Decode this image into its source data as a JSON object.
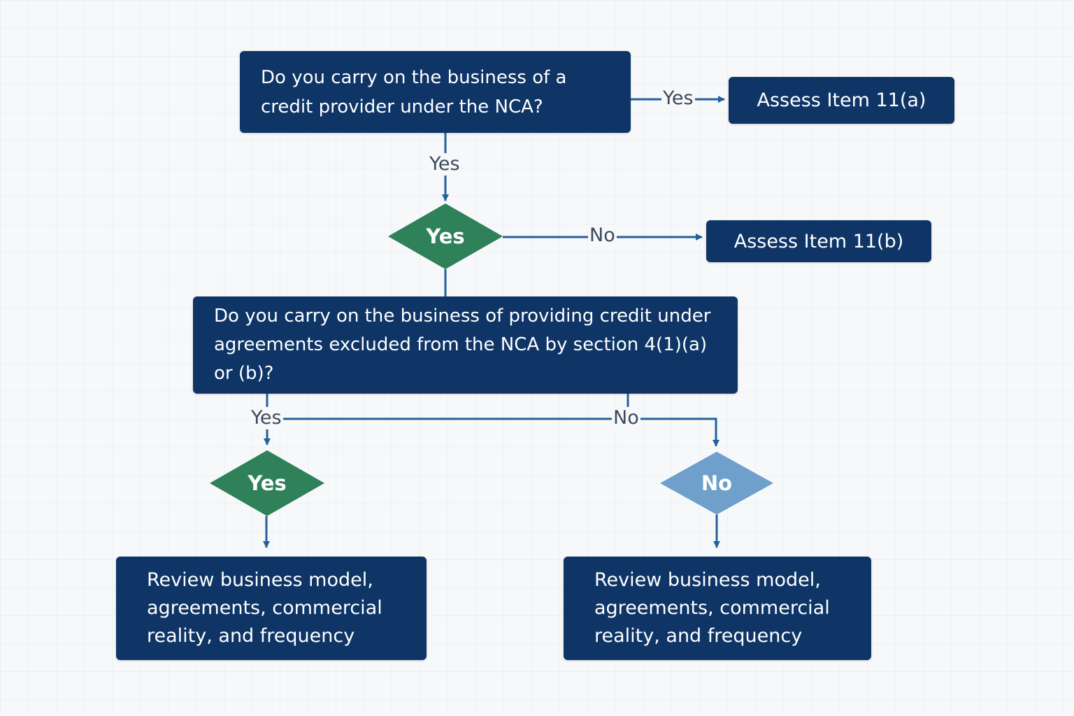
{
  "colors": {
    "box_fill": "#0e3566",
    "diamond_yes": "#2e8159",
    "diamond_no": "#6ea0cb",
    "connector": "#24609c",
    "label_text": "#3d4a5c"
  },
  "nodes": {
    "q1": {
      "text": "Do you carry on the business of a credit provider under the NCA?"
    },
    "result_11a": {
      "text": "Assess Item 11(a)"
    },
    "decision_yes_top": {
      "text": "Yes"
    },
    "result_11b": {
      "text": "Assess Item 11(b)"
    },
    "q2": {
      "text": "Do you carry on the business of providing credit under agreements excluded from the NCA by section 4(1)(a) or (b)?"
    },
    "decision_yes_left": {
      "text": "Yes"
    },
    "decision_no_right": {
      "text": "No"
    },
    "review_left": {
      "text": "Review business model, agreements, commercial reality, and frequency"
    },
    "review_right": {
      "text": "Review business model, agreements, commercial reality, and frequency"
    }
  },
  "edges": {
    "q1_to_11a": "Yes",
    "q1_to_decision": "Yes",
    "decision_to_11b": "No",
    "q2_yes": "Yes",
    "q2_no": "No"
  }
}
